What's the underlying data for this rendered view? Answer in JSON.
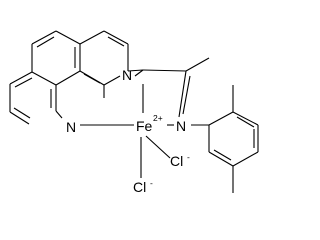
{
  "molecule": {
    "atoms": {
      "n_pyridine": "N",
      "n_ring_central": "N",
      "n_imine": "N",
      "metal": "Fe",
      "metal_charge": "2+",
      "cl_upper": "Cl",
      "cl_upper_charge": "-",
      "cl_lower": "Cl",
      "cl_lower_charge": "-"
    }
  }
}
